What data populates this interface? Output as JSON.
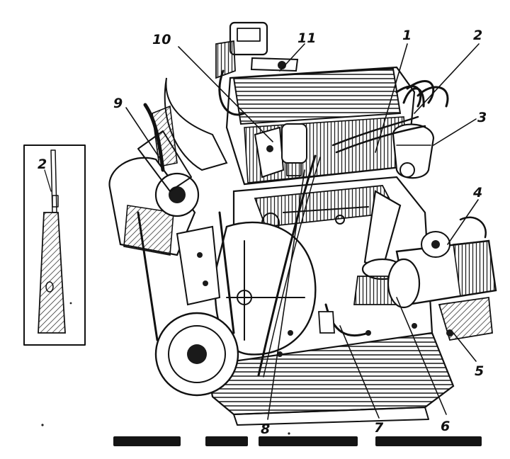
{
  "callouts": {
    "c1": "1",
    "c2": "2",
    "c3": "3",
    "c4": "4",
    "c5": "5",
    "c6": "6",
    "c7": "7",
    "c8": "8",
    "c9": "9",
    "c10": "10",
    "c11": "11"
  },
  "inset": {
    "label": "2"
  },
  "colors": {
    "ink": "#111111",
    "paper": "#ffffff"
  }
}
